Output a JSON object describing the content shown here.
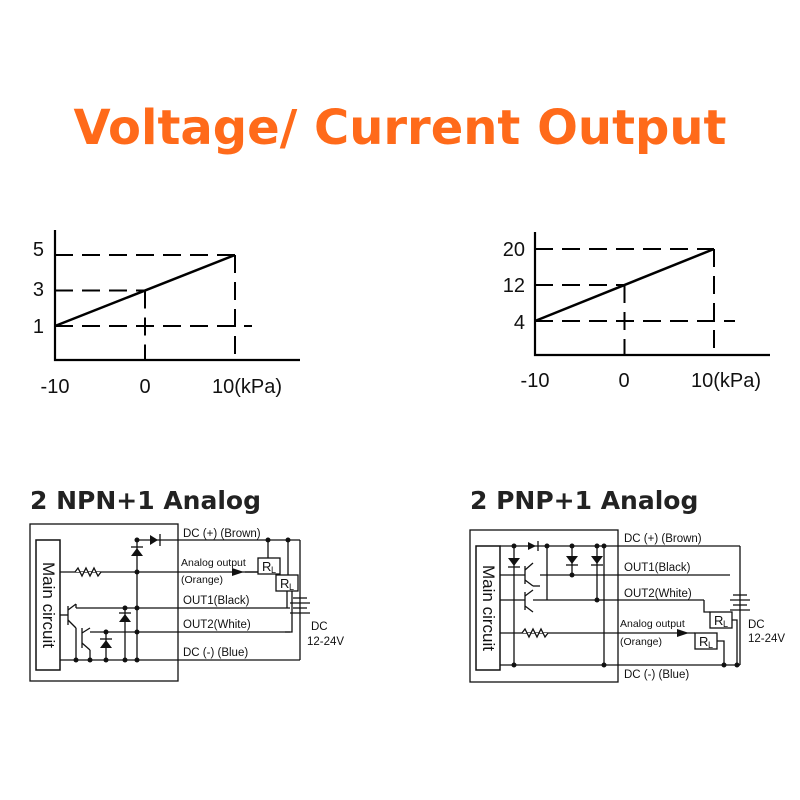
{
  "header": {
    "title": "Voltage/ Current Output",
    "color": "#ff6a1a"
  },
  "chart_data": [
    {
      "type": "line",
      "x": [
        -10,
        10
      ],
      "y": [
        1,
        5
      ],
      "xticks": [
        "-10",
        "0",
        "10(kPa)"
      ],
      "yticks": [
        "5",
        "3",
        "1"
      ],
      "reference_x": 0,
      "reference_y": 3,
      "xlim": [
        -10,
        10
      ],
      "ylim": [
        1,
        5
      ]
    },
    {
      "type": "line",
      "x": [
        -10,
        10
      ],
      "y": [
        4,
        20
      ],
      "xticks": [
        "-10",
        "0",
        "10(kPa)"
      ],
      "yticks": [
        "20",
        "12",
        "4"
      ],
      "reference_x": 0,
      "reference_y": 12,
      "xlim": [
        -10,
        10
      ],
      "ylim": [
        4,
        20
      ]
    }
  ],
  "npn": {
    "title": "2 NPN+1 Analog",
    "main_circuit": "Main circuit",
    "dc_plus": "DC (+) (Brown)",
    "analog_output": "Analog output",
    "orange": "(Orange)",
    "out1": "OUT1(Black)",
    "out2": "OUT2(White)",
    "dc_minus": "DC (-) (Blue)",
    "dc": "DC",
    "dc_range": "12-24V",
    "rl": "R",
    "rl_sub": "L"
  },
  "pnp": {
    "title": "2 PNP+1 Analog",
    "main_circuit": "Main circuit",
    "dc_plus": "DC (+) (Brown)",
    "out1": "OUT1(Black)",
    "out2": "OUT2(White)",
    "analog_output": "Analog output",
    "orange": "(Orange)",
    "dc_minus": "DC (-) (Blue)",
    "dc": "DC",
    "dc_range": "12-24V",
    "rl": "R",
    "rl_sub": "L"
  }
}
